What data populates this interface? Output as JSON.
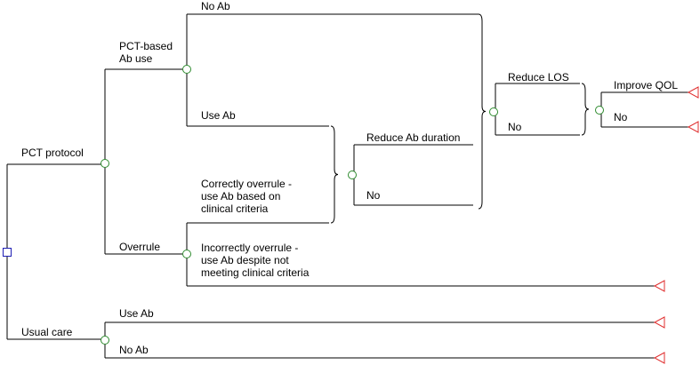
{
  "colors": {
    "line": "#000000",
    "chance_node": "#2e8b2e",
    "decision_node": "#1f1fb4",
    "terminal_node": "#e03030",
    "background": "#ffffff"
  },
  "labels": {
    "pct_protocol": "PCT protocol",
    "usual_care": "Usual care",
    "pct_based_ab_use": "PCT-based\nAb use",
    "overrule": "Overrule",
    "no_ab_top": "No Ab",
    "use_ab_pct": "Use Ab",
    "correctly_overrule": "Correctly overrule -\nuse Ab based on\nclinical criteria",
    "incorrectly_overrule": "Incorrectly overrule -\nuse Ab despite not\nmeeting clinical criteria",
    "reduce_ab_duration": "Reduce Ab duration",
    "no_ab_duration": "No",
    "reduce_los": "Reduce LOS",
    "no_los": "No",
    "improve_qol": "Improve QOL",
    "no_qol": "No",
    "use_ab_usual": "Use Ab",
    "no_ab_usual": "No Ab"
  },
  "node_types": {
    "root": "decision",
    "branch_nodes": "chance",
    "endpoints": "terminal"
  }
}
